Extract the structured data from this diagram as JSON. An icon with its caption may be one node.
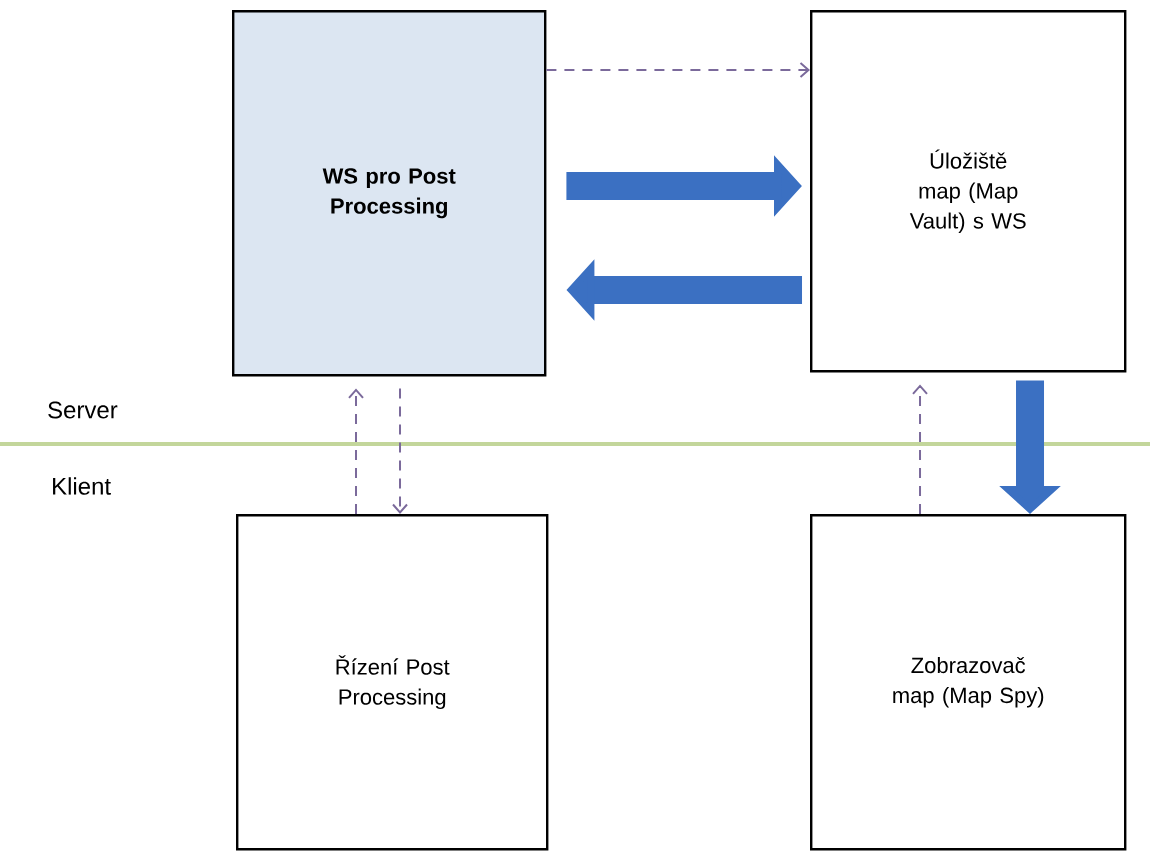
{
  "diagram": {
    "nodes": [
      {
        "text": [
          "WS pro Post Processing"
        ]
      },
      {
        "text": [
          "Úložiště map (Map Vault) s WS"
        ]
      },
      {
        "text": [
          "Řízení Post Processing"
        ]
      },
      {
        "text": [
          "Zobrazovač map (Map Spy)"
        ]
      }
    ],
    "edges": [
      {
        "from": 0,
        "to": 1,
        "arrow": "to",
        "style": "dashed"
      },
      {
        "from": 0,
        "to": 1,
        "arrow": "to",
        "style": "thick",
        "color": "#3b70c2"
      },
      {
        "from": 1,
        "to": 0,
        "arrow": "to",
        "style": "thick",
        "color": "#3b70c2"
      },
      {
        "from": 2,
        "to": 0,
        "arrow": "to",
        "style": "dashed"
      },
      {
        "from": 0,
        "to": 2,
        "arrow": "to",
        "style": "dashed"
      },
      {
        "from": 1,
        "to": 3,
        "arrow": "to",
        "style": "thick",
        "color": "#3b70c2"
      },
      {
        "from": 3,
        "to": 1,
        "arrow": "to",
        "style": "dashed"
      }
    ],
    "labels": [
      "Server",
      "Klient"
    ]
  }
}
